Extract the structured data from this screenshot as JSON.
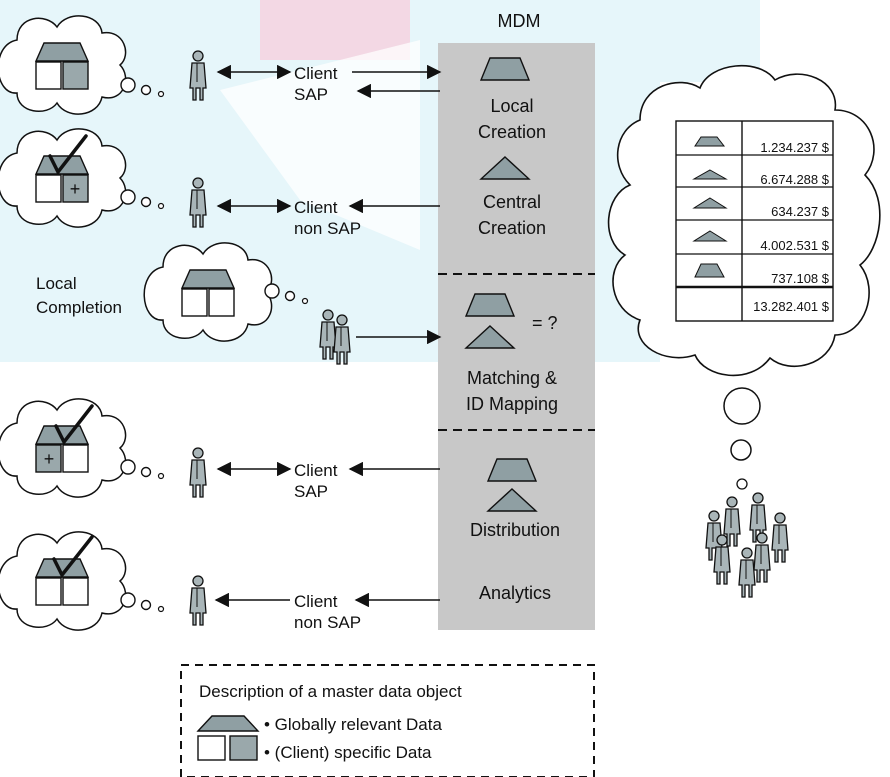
{
  "title": "MDM",
  "mdm_sections": {
    "local_creation": [
      "Local",
      "Creation"
    ],
    "central_creation": [
      "Central",
      "Creation"
    ],
    "matching_equals": "= ?",
    "matching": [
      "Matching &",
      "ID Mapping"
    ],
    "distribution": "Distribution",
    "analytics": "Analytics"
  },
  "clients": [
    {
      "line1": "Client",
      "line2": "SAP"
    },
    {
      "line1": "Client",
      "line2": "non SAP"
    },
    {
      "line1": "Client",
      "line2": "SAP"
    },
    {
      "line1": "Client",
      "line2": "non SAP"
    }
  ],
  "local_completion": [
    "Local",
    "Completion"
  ],
  "analytics_table": {
    "values": [
      "1.234.237 $",
      "6.674.288 $",
      "634.237 $",
      "4.002.531 $",
      "737.108 $"
    ],
    "total": "13.282.401 $"
  },
  "legend": {
    "title": "Description of a master data object",
    "items": [
      "• Globally relevant Data",
      "• (Client) specific Data"
    ]
  },
  "colors": {
    "mdm_column": "#c8c8c8",
    "watermark": "#d6f1f6",
    "roof": "#8f9fa3",
    "box_dark": "#9aa8ab",
    "person": "#a9b5b8"
  }
}
